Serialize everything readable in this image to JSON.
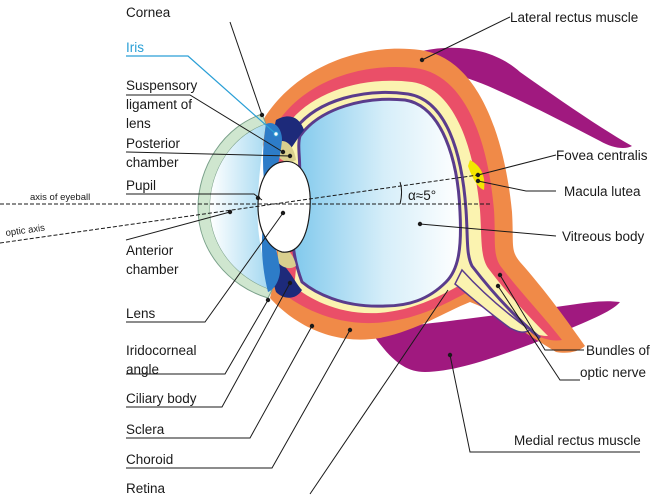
{
  "labels": {
    "cornea": "Cornea",
    "iris": "Iris",
    "suspensory_1": "Suspensory",
    "suspensory_2": "ligament of",
    "suspensory_3": "lens",
    "posterior_1": "Posterior",
    "posterior_2": "chamber",
    "pupil": "Pupil",
    "axis_eyeball": "axis of eyeball",
    "optic_axis": "optic axis",
    "anterior_1": "Anterior",
    "anterior_2": "chamber",
    "lens": "Lens",
    "iridocorneal_1": "Iridocorneal",
    "iridocorneal_2": "angle",
    "ciliary": "Ciliary body",
    "sclera": "Sclera",
    "choroid": "Choroid",
    "retina": "Retina",
    "lateral_rectus": "Lateral rectus muscle",
    "fovea": "Fovea centralis",
    "macula": "Macula lutea",
    "vitreous": "Vitreous body",
    "bundles_1": "Bundles of",
    "bundles_2": "optic nerve",
    "medial_rectus": "Medial rectus muscle",
    "angle": "α≈5°"
  },
  "colors": {
    "sclera": "#f08a48",
    "choroid": "#ea4f68",
    "retina": "#fbf3b0",
    "muscle": "#a0197f",
    "iris": "#2d7cc8",
    "iris_label": "#2a9fd6",
    "ciliary": "#1d2a7a",
    "posterior_chamber": "#d9cf8e",
    "cornea": "#cfe6cf",
    "vitreous": "#8fd0ee",
    "fovea": "#f2e600",
    "optic_nerve_line": "#5a3c8c"
  }
}
